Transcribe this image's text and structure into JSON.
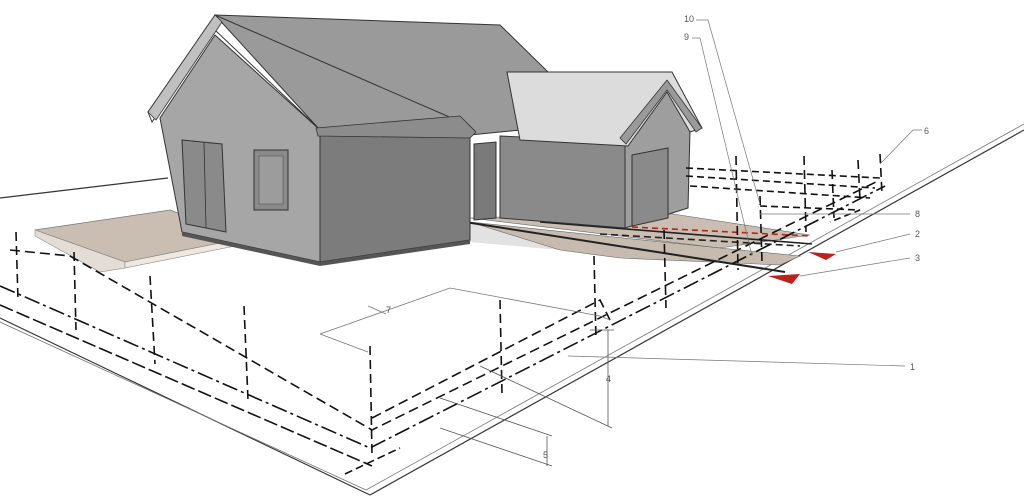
{
  "callouts": {
    "c1": "1",
    "c2": "2",
    "c3": "3",
    "c4": "4",
    "c5": "5",
    "c6": "6",
    "c7": "7",
    "c8": "8",
    "c9": "9",
    "c10": "10"
  },
  "colors": {
    "background": "#ffffff",
    "wall_light": "#a6a6a6",
    "wall_dark": "#7a7a7a",
    "roof": "#9a9a9a",
    "roof_light": "#d9d9d9",
    "patio": "#c9beb1",
    "marker": "#c0201a",
    "line": "#222222",
    "leader": "#777777"
  }
}
